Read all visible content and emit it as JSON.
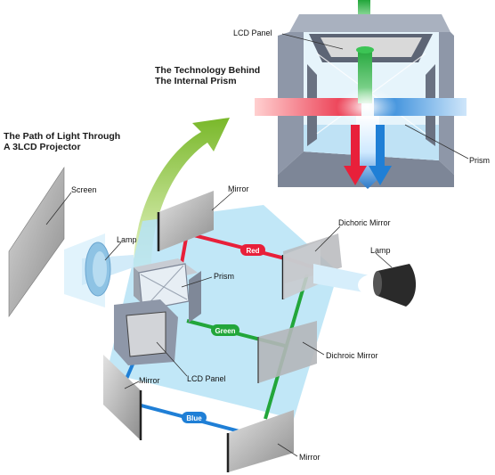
{
  "headings": {
    "technology": [
      "The Technology Behind",
      "The Internal Prism"
    ],
    "path": [
      "The Path of Light Through",
      "A 3LCD Projector"
    ]
  },
  "labels": {
    "lcd_panel_top": "LCD Panel",
    "prism_top": "Prism",
    "screen": "Screen",
    "mirror_top": "Mirror",
    "lamp_left": "Lamp",
    "dichroic_top": "Dichoric Mirror",
    "lamp_right": "Lamp",
    "prism_center": "Prism",
    "dichroic_mid": "Dichroic Mirror",
    "mirror_left": "Mirror",
    "lcd_panel_bottom": "LCD Panel",
    "mirror_bottom": "Mirror"
  },
  "beams": {
    "red": "Red",
    "green": "Green",
    "blue": "Blue"
  },
  "colors": {
    "red": "#e8203a",
    "green": "#22a63a",
    "blue": "#1f7fd6",
    "light_blue": "#aee0f5",
    "frame_gray": "#8e97a8",
    "arrow_green": "#8cc63f"
  }
}
